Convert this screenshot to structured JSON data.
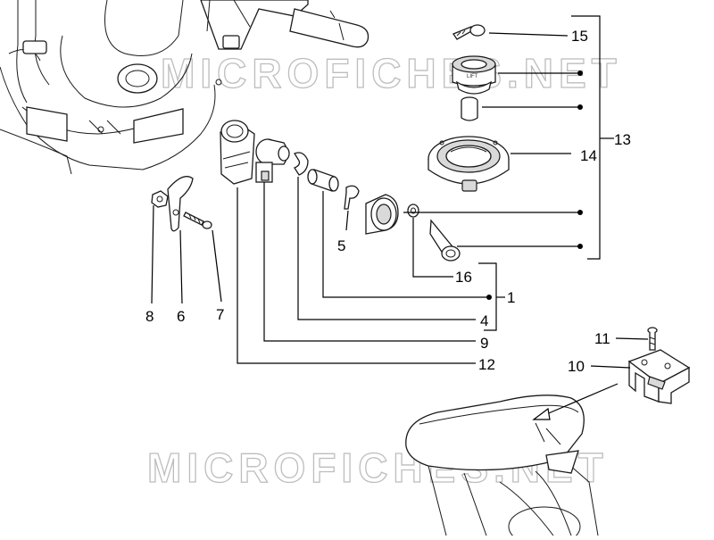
{
  "watermark": "MICROFICHES.NET",
  "lift_label": "LIFT",
  "callouts": {
    "c1": "1",
    "c4": "4",
    "c5": "5",
    "c6": "6",
    "c7": "7",
    "c8": "8",
    "c9": "9",
    "c10": "10",
    "c11": "11",
    "c12": "12",
    "c13": "13",
    "c14": "14",
    "c15": "15",
    "c16": "16"
  }
}
